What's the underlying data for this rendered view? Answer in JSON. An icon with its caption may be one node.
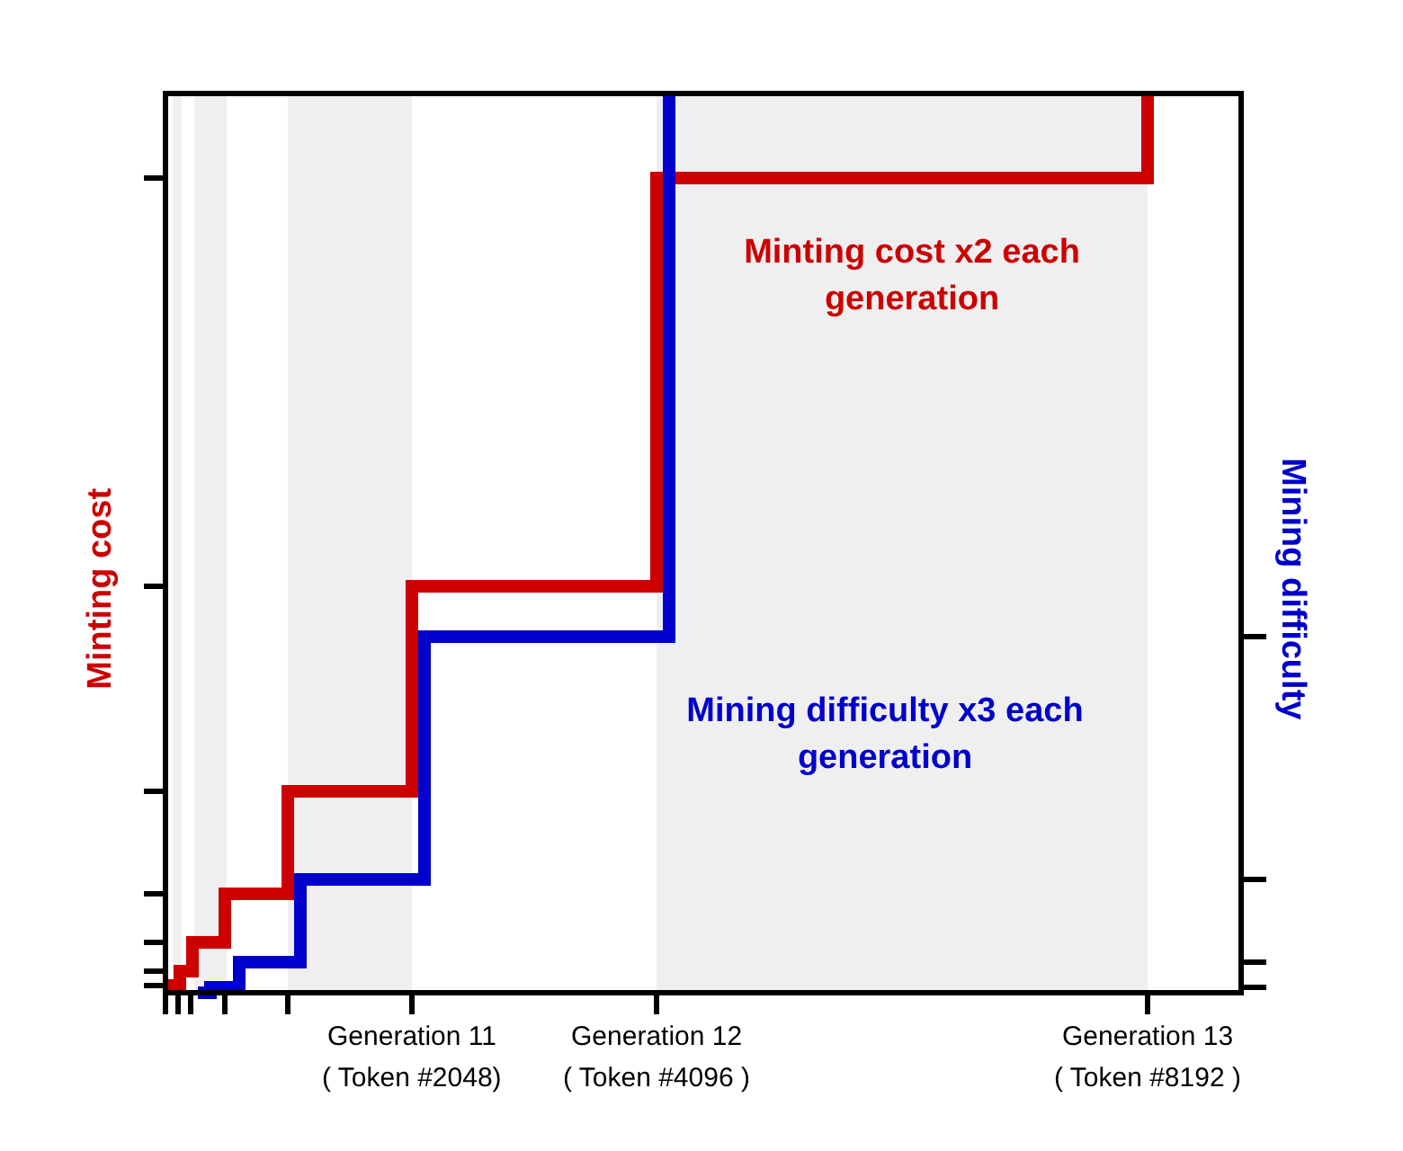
{
  "diagram": {
    "labels": [
      "Minting cost x2 each generation",
      "Minting cost",
      "Mining difficulty",
      "Mining difficulty x3 each generation",
      "Generation 11",
      "Generation 12",
      "Generation 13",
      "( Token #2048)",
      "( Token #4096 )",
      "( Token #8192 )"
    ]
  }
}
